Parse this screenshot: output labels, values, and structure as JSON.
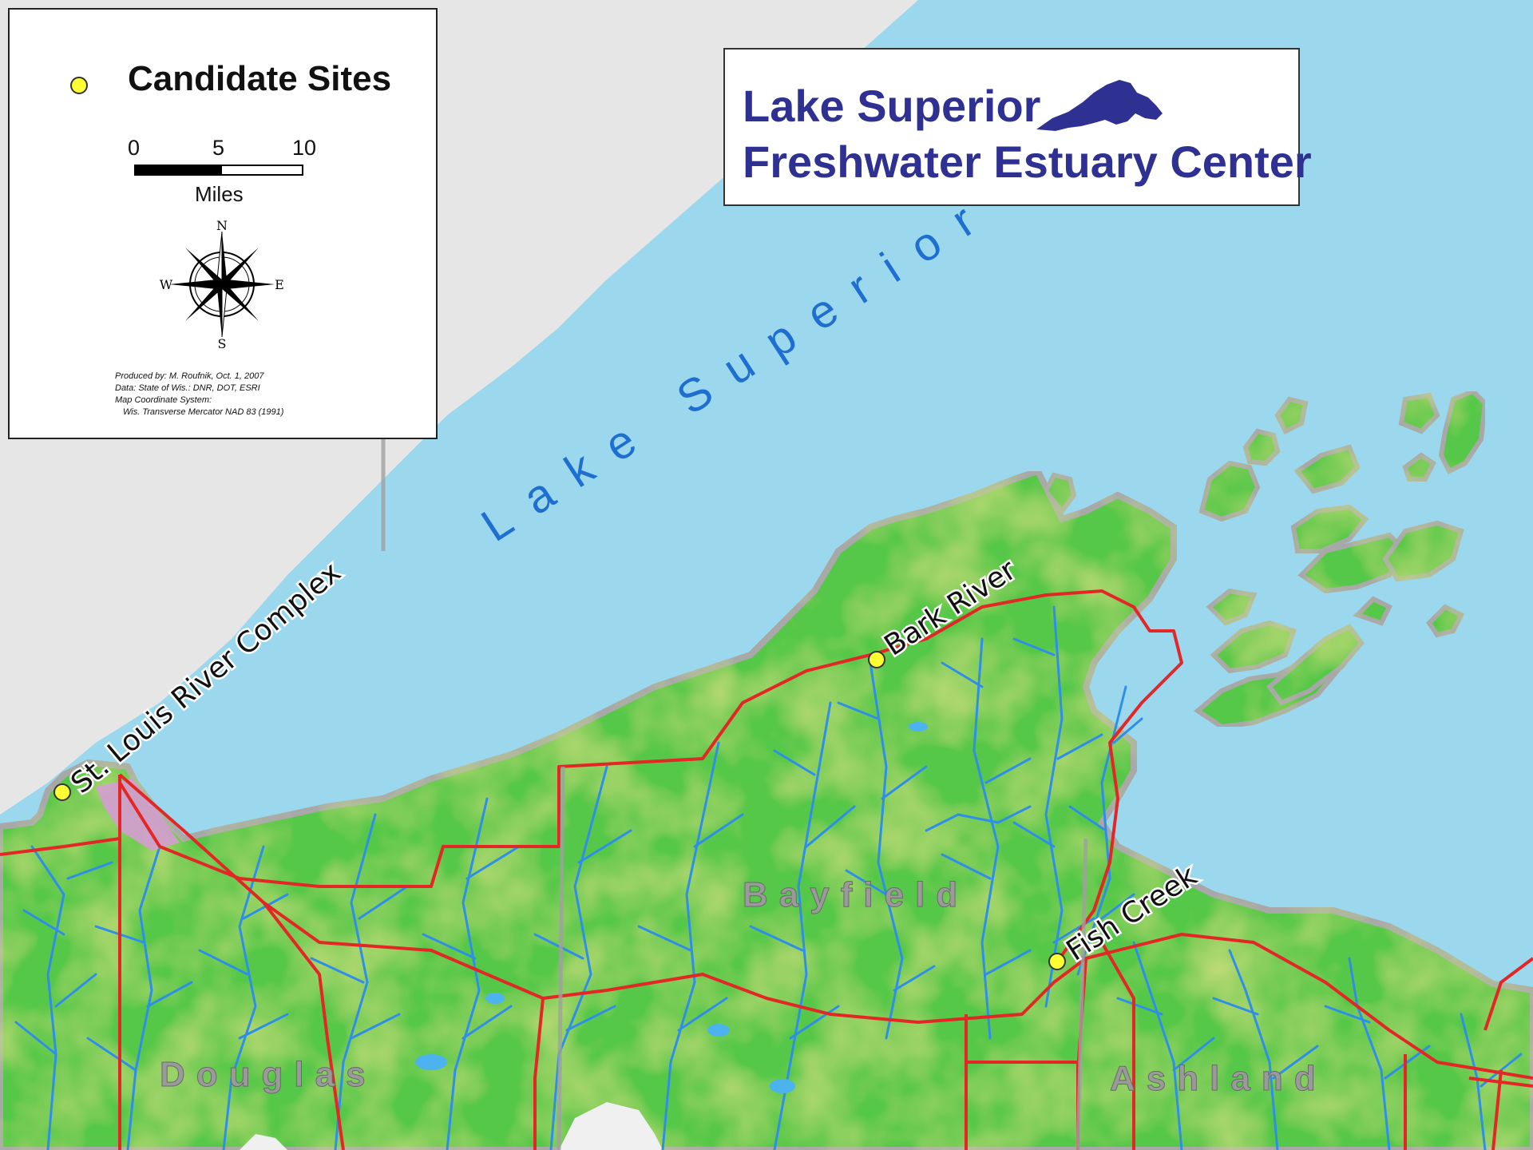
{
  "map": {
    "lake_label": "Lake Superior",
    "counties": [
      "Douglas",
      "Bayfield",
      "Ashland"
    ],
    "sites": [
      {
        "name": "St. Louis River Complex"
      },
      {
        "name": "Bark River"
      },
      {
        "name": "Fish Creek"
      }
    ]
  },
  "legend": {
    "title": "Candidate Sites",
    "scale_ticks": [
      "0",
      "5",
      "10"
    ],
    "scale_unit": "Miles",
    "north_arrow": {
      "n": "N",
      "s": "S",
      "e": "E",
      "w": "W"
    },
    "credits": [
      "Produced by: M. Roufnik, Oct. 1, 2007",
      "Data: State of Wis.: DNR, DOT, ESRI",
      "Map Coordinate System:",
      "Wis. Transverse Mercator NAD 83 (1991)"
    ]
  },
  "title_box": {
    "line1": "Lake Superior",
    "line2": "Freshwater Estuary Center"
  },
  "colors": {
    "water": "#9bd8ee",
    "land_green": "#56c84a",
    "shore_gray": "#bdbdbd",
    "river_blue": "#2f8fe8",
    "road_red": "#e32626",
    "site_yellow": "#ffff33",
    "title_navy": "#2e3192",
    "lake_label_blue": "#1f6fd1"
  }
}
